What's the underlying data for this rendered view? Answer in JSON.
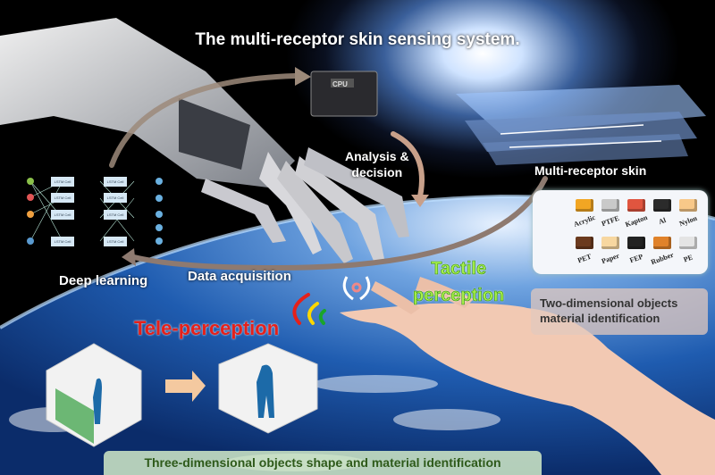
{
  "title": "The multi-receptor skin sensing system.",
  "labels": {
    "analysis_line1": "Analysis &",
    "analysis_line2": "decision",
    "multi_receptor_skin": "Multi-receptor skin",
    "deep_learning": "Deep learning",
    "data_acquisition": "Data acquisition",
    "tactile_line1": "Tactile",
    "tactile_line2": "perception",
    "tele_perception": "Tele-perception",
    "cpu": "CPU",
    "lstm_cell": "LSTM Cell"
  },
  "materials": [
    {
      "name": "Acrylic",
      "color": "#f2a623"
    },
    {
      "name": "PTFE",
      "color": "#c9c9c9"
    },
    {
      "name": "Kapton",
      "color": "#e0553f"
    },
    {
      "name": "Al",
      "color": "#2b2b2b"
    },
    {
      "name": "Nylon",
      "color": "#f8c889"
    },
    {
      "name": "PET",
      "color": "#6b3a1e"
    },
    {
      "name": "Paper",
      "color": "#f7d7a0"
    },
    {
      "name": "FEP",
      "color": "#222222"
    },
    {
      "name": "Rubber",
      "color": "#e0822a"
    },
    {
      "name": "PE",
      "color": "#e4e4e4"
    }
  ],
  "two_d": {
    "line1": "Two-dimensional objects",
    "line2": "material identification"
  },
  "three_d": "Three-dimensional objects shape and material identification",
  "colors": {
    "tele": "#e5201a",
    "tactile": "#a8f04a",
    "earth": "#2a6bc0"
  }
}
